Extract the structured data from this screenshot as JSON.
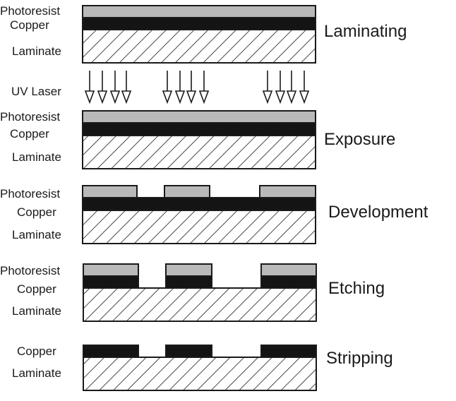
{
  "colors": {
    "photoresist": "#b9b9b9",
    "copper": "#141414",
    "outline": "#1a1a1a",
    "laminate_hatch": "#1a1a1a",
    "background": "#ffffff"
  },
  "steps": [
    {
      "title": "Laminating",
      "layers": [
        "Photoresist",
        "Copper",
        "Laminate"
      ]
    },
    {
      "title": "Exposure",
      "source_label": "UV Laser",
      "layers": [
        "Photoresist",
        "Copper",
        "Laminate"
      ]
    },
    {
      "title": "Development",
      "layers": [
        "Photoresist",
        "Copper",
        "Laminate"
      ]
    },
    {
      "title": "Etching",
      "layers": [
        "Photoresist",
        "Copper",
        "Laminate"
      ]
    },
    {
      "title": "Stripping",
      "layers": [
        "Copper",
        "Laminate"
      ]
    }
  ]
}
